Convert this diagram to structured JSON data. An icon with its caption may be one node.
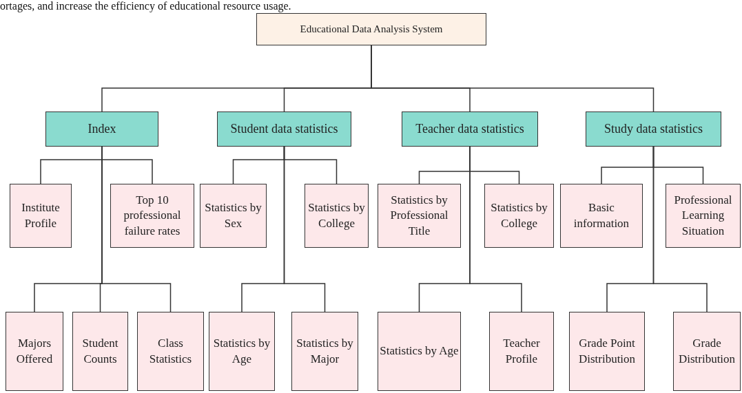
{
  "diagram": {
    "nodes": [
      {
        "text": [
          "Educational Data Analysis System"
        ]
      },
      {
        "text": [
          "Index"
        ]
      },
      {
        "text": [
          "Student data statistics"
        ]
      },
      {
        "text": [
          "Teacher data statistics"
        ]
      },
      {
        "text": [
          "Study data statistics"
        ]
      },
      {
        "text": [
          "Institute Profile"
        ]
      },
      {
        "text": [
          "Top 10 professional failure rates"
        ]
      },
      {
        "text": [
          "Majors Offered"
        ]
      },
      {
        "text": [
          "Student Counts"
        ]
      },
      {
        "text": [
          "Class Statistics"
        ]
      },
      {
        "text": [
          "Statistics by Sex"
        ]
      },
      {
        "text": [
          "Statistics by College"
        ]
      },
      {
        "text": [
          "Statistics by Age"
        ]
      },
      {
        "text": [
          "Statistics by Major"
        ]
      },
      {
        "text": [
          "Statistics by Professional Title"
        ]
      },
      {
        "text": [
          "Statistics by College"
        ]
      },
      {
        "text": [
          "Statistics by Age"
        ]
      },
      {
        "text": [
          "Teacher Profile"
        ]
      },
      {
        "text": [
          "Basic information"
        ]
      },
      {
        "text": [
          "Professional Learning Situation"
        ]
      },
      {
        "text": [
          "Grade Point Distribution"
        ]
      },
      {
        "text": [
          "Grade Distribution"
        ]
      }
    ],
    "edges": [
      {
        "from": 0,
        "to": 1,
        "arrow": "none"
      },
      {
        "from": 0,
        "to": 2,
        "arrow": "none"
      },
      {
        "from": 0,
        "to": 3,
        "arrow": "none"
      },
      {
        "from": 0,
        "to": 4,
        "arrow": "none"
      },
      {
        "from": 1,
        "to": 5,
        "arrow": "none"
      },
      {
        "from": 1,
        "to": 6,
        "arrow": "none"
      },
      {
        "from": 1,
        "to": 7,
        "arrow": "none"
      },
      {
        "from": 1,
        "to": 8,
        "arrow": "none"
      },
      {
        "from": 1,
        "to": 9,
        "arrow": "none"
      },
      {
        "from": 2,
        "to": 10,
        "arrow": "none"
      },
      {
        "from": 2,
        "to": 11,
        "arrow": "none"
      },
      {
        "from": 2,
        "to": 12,
        "arrow": "none"
      },
      {
        "from": 2,
        "to": 13,
        "arrow": "none"
      },
      {
        "from": 3,
        "to": 14,
        "arrow": "none"
      },
      {
        "from": 3,
        "to": 15,
        "arrow": "none"
      },
      {
        "from": 3,
        "to": 16,
        "arrow": "none"
      },
      {
        "from": 3,
        "to": 17,
        "arrow": "none"
      },
      {
        "from": 4,
        "to": 18,
        "arrow": "none"
      },
      {
        "from": 4,
        "to": 19,
        "arrow": "none"
      },
      {
        "from": 4,
        "to": 20,
        "arrow": "none"
      },
      {
        "from": 4,
        "to": 21,
        "arrow": "none"
      }
    ],
    "labels": [
      "ortages, and increase the efficiency of educational resource usage."
    ]
  }
}
